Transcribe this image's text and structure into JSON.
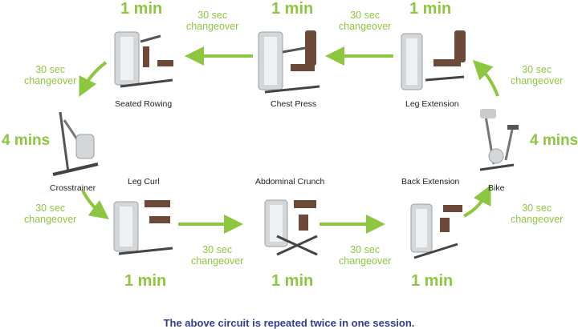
{
  "durations": {
    "top_left": "1 min",
    "top_center": "1 min",
    "top_right": "1 min",
    "left": "4 mins",
    "right": "4 mins",
    "bottom_left": "1 min",
    "bottom_center": "1 min",
    "bottom_right": "1 min"
  },
  "changeover": {
    "top_left": "30 sec\nchangeover",
    "top_right": "30 sec\nchangeover",
    "left_upper": "30 sec\nchangeover",
    "right_upper": "30 sec\nchangeover",
    "left_lower": "30 sec\nchangeover",
    "right_lower": "30 sec\nchangeover",
    "bottom_left": "30 sec\nchangeover",
    "bottom_right": "30 sec\nchangeover"
  },
  "machines": {
    "seated_rowing": "Seated Rowing",
    "chest_press": "Chest Press",
    "leg_extension": "Leg Extension",
    "crosstrainer": "Crosstrainer",
    "bike": "Bike",
    "leg_curl": "Leg Curl",
    "abdominal_crunch": "Abdominal Crunch",
    "back_extension": "Back Extension"
  },
  "footer": "The above circuit is repeated twice in one session.",
  "colors": {
    "accent": "#8dc63f",
    "footer": "#2e3f8f",
    "machine_frame": "#c9ccce",
    "machine_seat": "#6b4a3a"
  }
}
